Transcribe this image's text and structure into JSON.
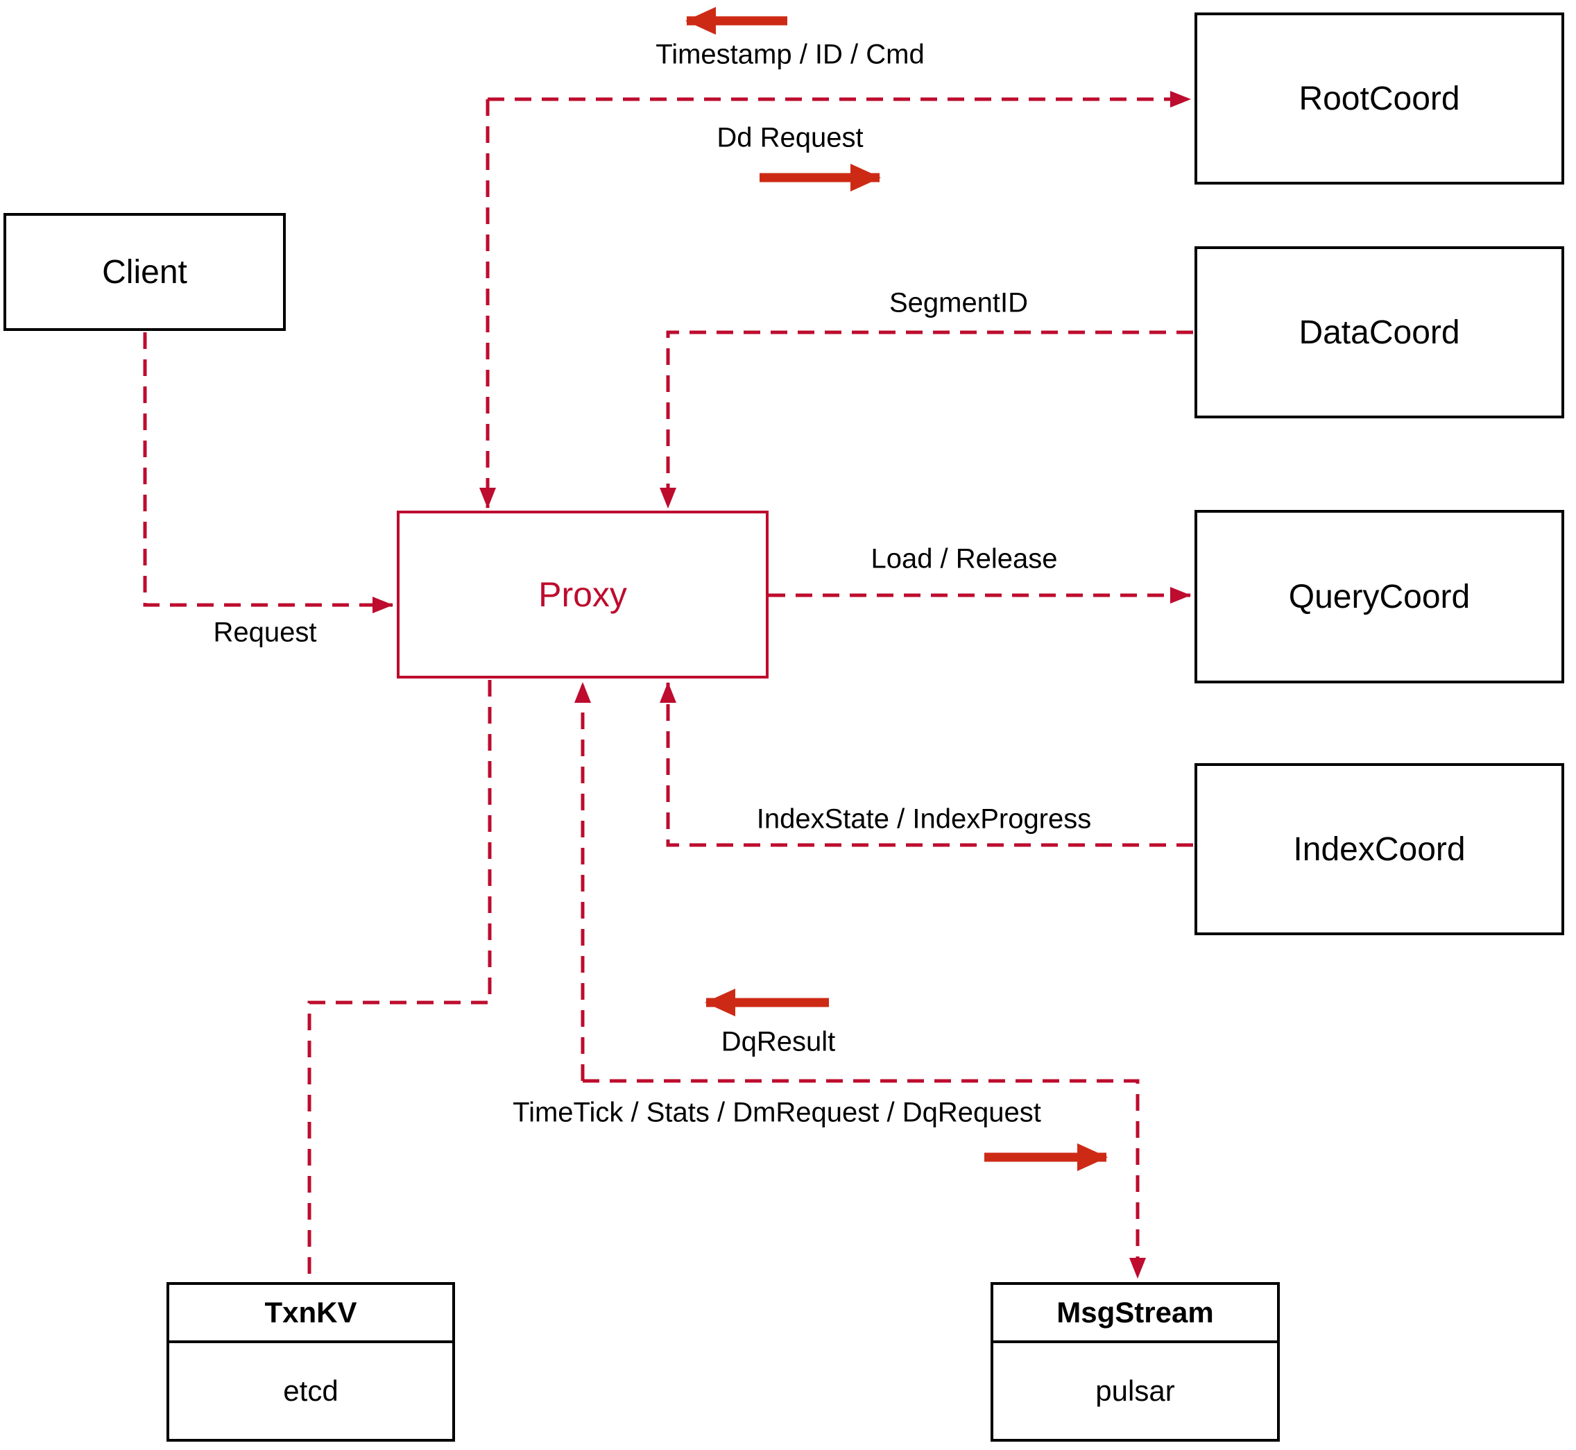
{
  "nodes": {
    "client": {
      "label": "Client"
    },
    "proxy": {
      "label": "Proxy"
    },
    "rootcoord": {
      "label": "RootCoord"
    },
    "datacoord": {
      "label": "DataCoord"
    },
    "querycoord": {
      "label": "QueryCoord"
    },
    "indexcoord": {
      "label": "IndexCoord"
    },
    "txnkv": {
      "title": "TxnKV",
      "impl": "etcd"
    },
    "msgstream": {
      "title": "MsgStream",
      "impl": "pulsar"
    }
  },
  "edges": [
    {
      "id": "proxy-rootcoord",
      "from": "proxy",
      "to": "rootcoord",
      "style": "dashed",
      "bidirectional": true,
      "label": "Dd Request",
      "reverse_label": "Timestamp / ID / Cmd"
    },
    {
      "id": "datacoord-proxy",
      "from": "datacoord",
      "to": "proxy",
      "style": "dashed",
      "bidirectional": false,
      "label": "SegmentID"
    },
    {
      "id": "proxy-querycoord",
      "from": "proxy",
      "to": "querycoord",
      "style": "dashed",
      "bidirectional": false,
      "label": "Load / Release"
    },
    {
      "id": "indexcoord-proxy",
      "from": "indexcoord",
      "to": "proxy",
      "style": "dashed",
      "bidirectional": false,
      "label": "IndexState / IndexProgress"
    },
    {
      "id": "client-proxy",
      "from": "client",
      "to": "proxy",
      "style": "dashed",
      "bidirectional": false,
      "label": "Request"
    },
    {
      "id": "proxy-txnkv",
      "from": "proxy",
      "to": "txnkv",
      "style": "dashed",
      "bidirectional": false,
      "label": ""
    },
    {
      "id": "proxy-msgstream",
      "from": "proxy",
      "to": "msgstream",
      "style": "dashed",
      "bidirectional": true,
      "label": "TimeTick / Stats / DmRequest / DqRequest",
      "reverse_label": "DqResult"
    }
  ],
  "colors": {
    "dashed_line": "#bd0c2e",
    "solid_arrow": "#cd2a16",
    "box_border": "#000000",
    "label_text": "#000000",
    "proxy_accent": "#bd0c2e",
    "background": "#ffffff"
  }
}
